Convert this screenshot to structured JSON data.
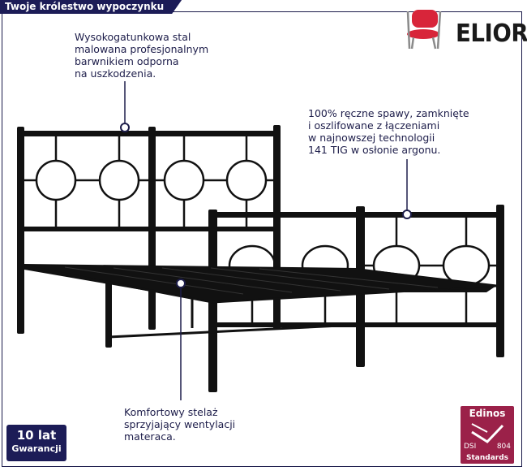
{
  "header": {
    "tab_label": "Twoje królestwo wypoczynku"
  },
  "brand": {
    "name": "ELIOR",
    "chair_icon": "chair-icon",
    "accent": "#d8253a"
  },
  "annotations": {
    "top_left": [
      "Wysokogatunkowa stal",
      "malowana profesjonalnym",
      "barwnikiem odporna",
      "na uszkodzenia."
    ],
    "top_right": [
      "100% ręczne spawy, zamknięte",
      "i oszlifowane z łączeniami",
      "w najnowszej technologii",
      "141 TIG w osłonie argonu."
    ],
    "bottom": [
      "Komfortowy stelaż",
      "sprzyjający wentylacji",
      "materaca."
    ]
  },
  "badges": {
    "warranty": {
      "line1": "10 lat",
      "line2": "Gwarancji"
    },
    "standards": {
      "name": "Edinos",
      "left": "DSI",
      "right": "804",
      "bottom": "Standards"
    }
  },
  "colors": {
    "navy": "#1c1c57",
    "frame": "#111111",
    "badge": "#9b2149"
  }
}
